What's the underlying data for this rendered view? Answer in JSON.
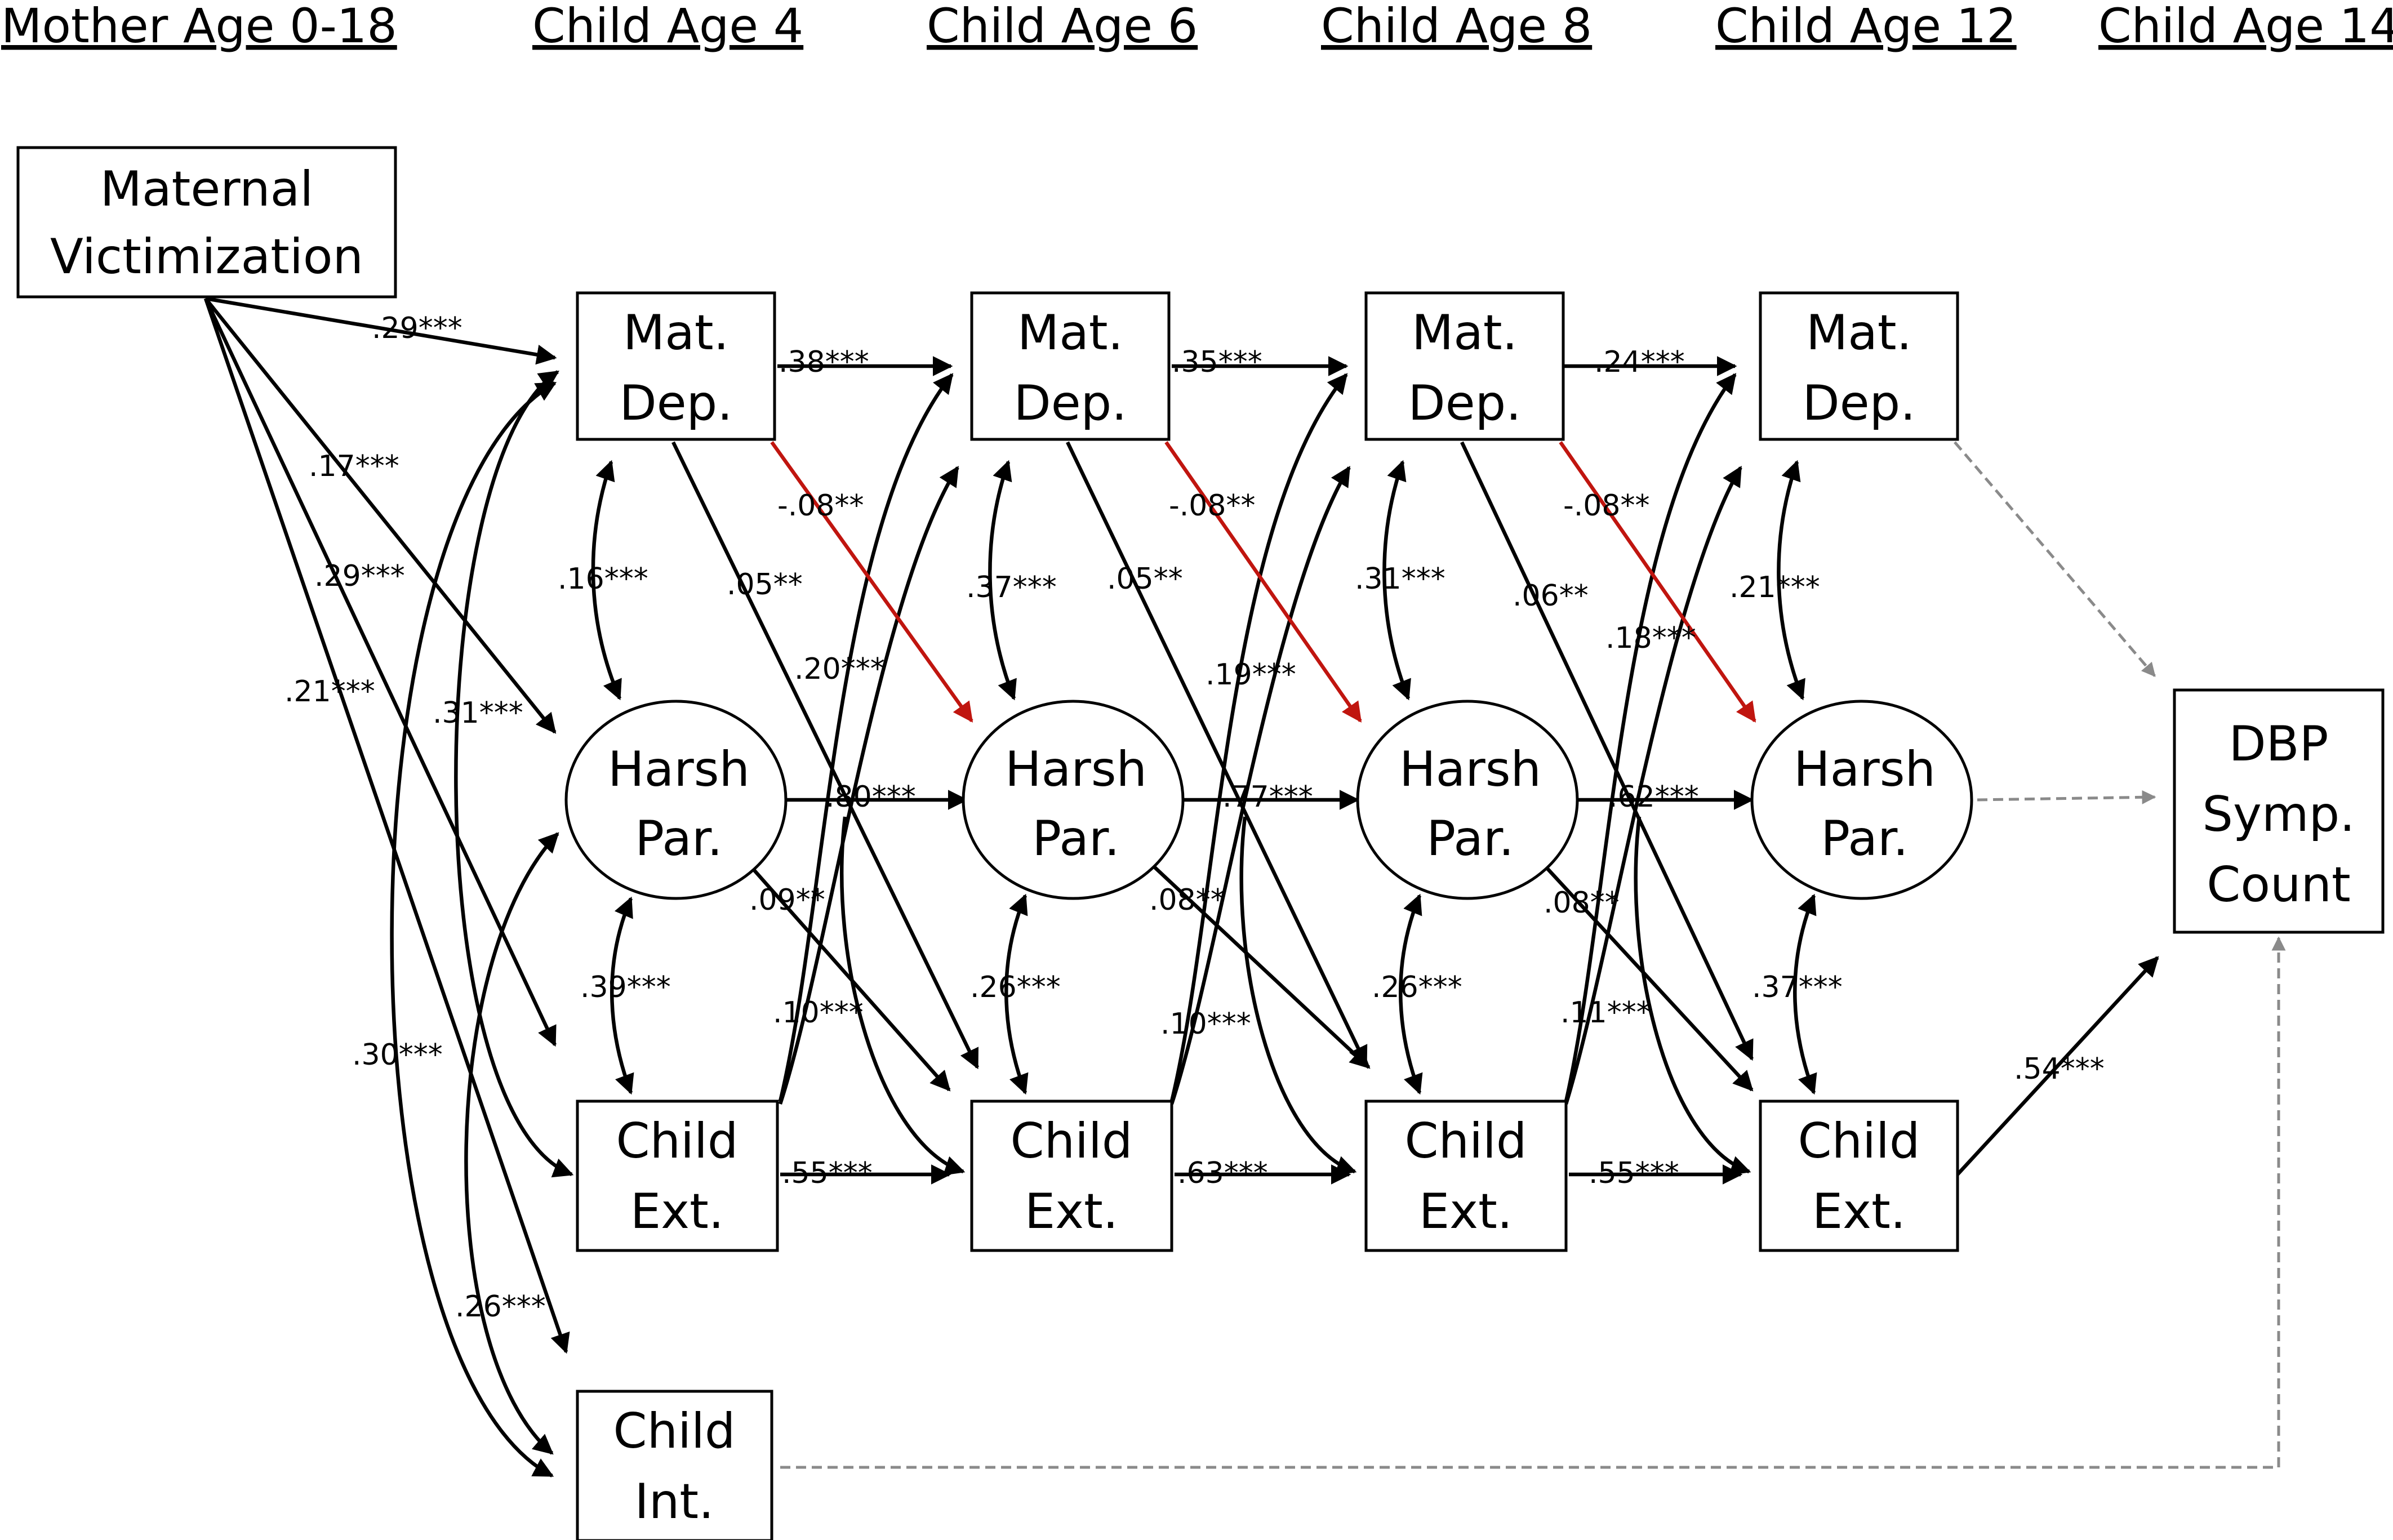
{
  "headers": [
    "Mother Age 0-18",
    "Child Age 4",
    "Child Age 6",
    "Child Age 8",
    "Child Age 12",
    "Child Age 14"
  ],
  "nodes": {
    "mv": [
      "Maternal",
      "Victimization"
    ],
    "md4": [
      "Mat.",
      "Dep."
    ],
    "md6": [
      "Mat.",
      "Dep."
    ],
    "md8": [
      "Mat.",
      "Dep."
    ],
    "md12": [
      "Mat.",
      "Dep."
    ],
    "hp4": [
      "Harsh",
      "Par."
    ],
    "hp6": [
      "Harsh",
      "Par."
    ],
    "hp8": [
      "Harsh",
      "Par."
    ],
    "hp12": [
      "Harsh",
      "Par."
    ],
    "ce4": [
      "Child",
      "Ext."
    ],
    "ce6": [
      "Child",
      "Ext."
    ],
    "ce8": [
      "Child",
      "Ext."
    ],
    "ce12": [
      "Child",
      "Ext."
    ],
    "ci4": [
      "Child",
      "Int."
    ],
    "dbp": [
      "DBP",
      "Symp.",
      "Count"
    ]
  },
  "coefficients": {
    "mv_md4": ".29***",
    "mv_hp4": ".17***",
    "mv_ce4": ".29***",
    "mv_ci4": ".21***",
    "ce4_md4_curve": ".31***",
    "ci4_md4_curve": ".30***",
    "ci4_hp4_curve": ".26***",
    "cov_md4_hp4": ".16***",
    "cov_hp4_ce4": ".39***",
    "md4_md6": ".38***",
    "md4_hp6": "-.08**",
    "md4_ce6": ".05**",
    "ce4_md6": ".20***",
    "hp4_hp6": ".80***",
    "hp4_ce6": ".09**",
    "ce4_hp6": ".10***",
    "ce4_ce6": ".55***",
    "cov_md6_hp6": ".37***",
    "cov_hp6_ce6": ".26***",
    "md6_md8": ".35***",
    "md6_hp8": "-.08**",
    "md6_ce8": ".05**",
    "ce6_md8": ".19***",
    "hp6_hp8": ".77***",
    "hp6_ce8": ".08**",
    "ce6_hp8": ".10***",
    "ce6_ce8": ".63***",
    "cov_md8_hp8": ".31***",
    "cov_hp8_ce8": ".26***",
    "md8_md12": ".24***",
    "md8_hp12": "-.08**",
    "md8_ce12": ".06**",
    "ce8_md12": ".18***",
    "hp8_hp12": ".62***",
    "hp8_ce12": ".08**",
    "ce8_hp12": ".11***",
    "ce8_ce12": ".55***",
    "cov_md12_hp12": ".21***",
    "cov_hp12_ce12": ".37***",
    "ce12_dbp": ".54***"
  },
  "colors": {
    "path": "#000000",
    "negative_path": "#c0150f",
    "nonsignificant_path": "#8a8a8a"
  }
}
